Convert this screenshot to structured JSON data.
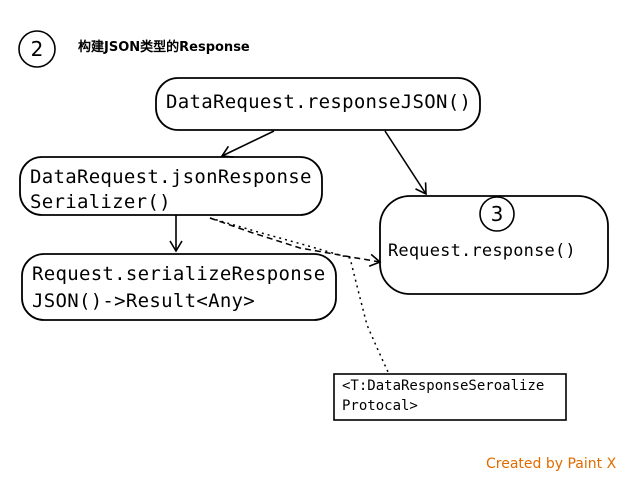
{
  "header": {
    "step_number": "2",
    "title": "构建JSON类型的Response"
  },
  "nodes": {
    "response_json": {
      "label": "DataRequest.responseJSON()"
    },
    "json_serializer": {
      "line1": "DataRequest.jsonResponse",
      "line2": "Serializer()"
    },
    "serialize_response": {
      "line1": "Request.serializeResponse",
      "line2": "JSON()->Result<Any>"
    },
    "request_response": {
      "step_number": "3",
      "label": "Request.response()"
    },
    "protocol_note": {
      "line1": "<T:DataResponseSeroalize",
      "line2": "Protocal>"
    }
  },
  "credit": {
    "text": "Created by Paint X",
    "color": "#e06c00"
  },
  "colors": {
    "stroke": "#000000",
    "background": "#ffffff"
  }
}
